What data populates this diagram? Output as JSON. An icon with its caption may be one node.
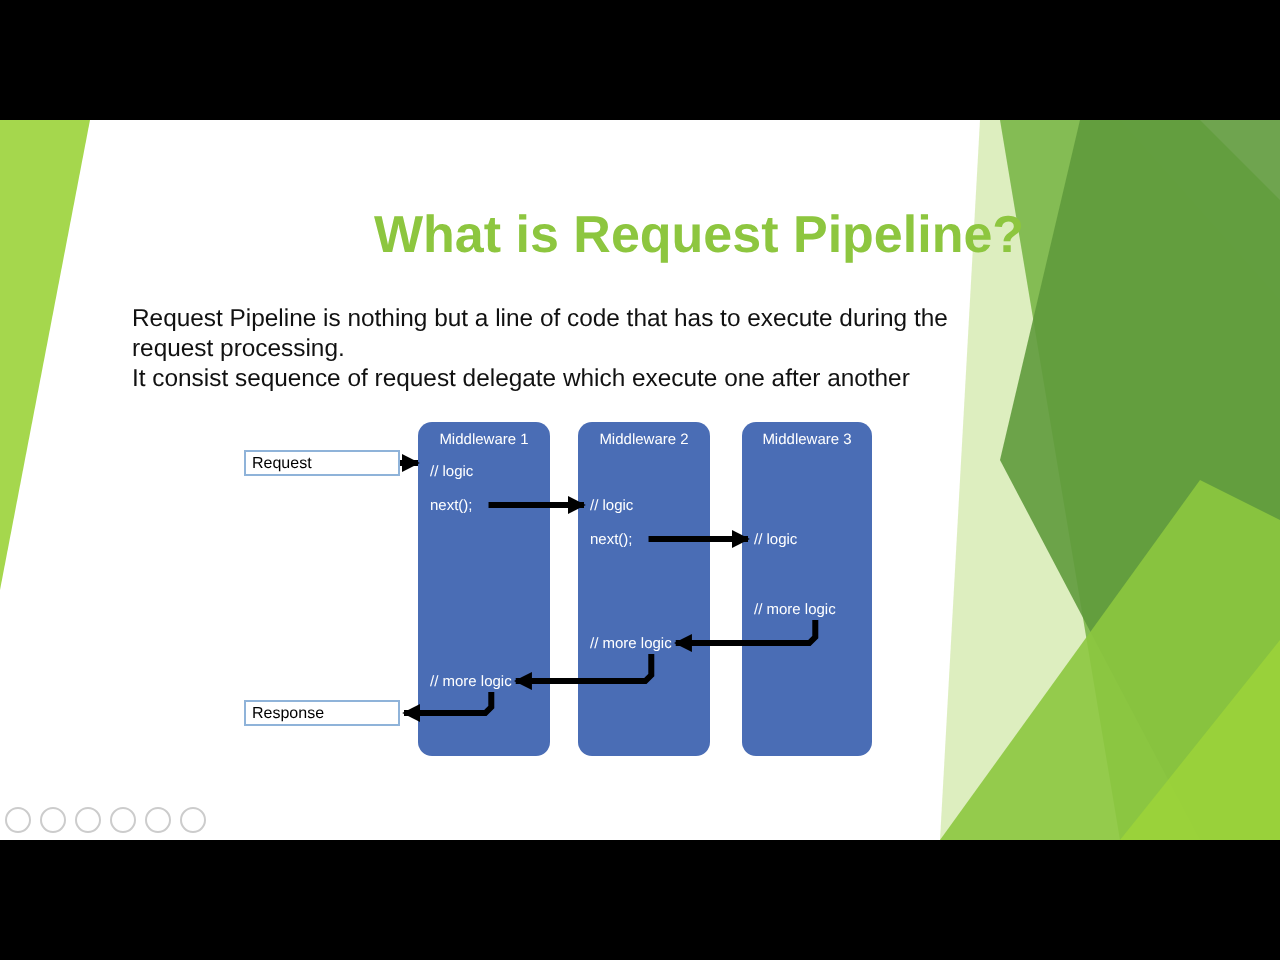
{
  "diagram": {
    "title": "What is Request Pipeline?",
    "nodes": [
      {
        "text": [
          "Request"
        ]
      },
      {
        "text": [
          "Middleware 1"
        ]
      },
      {
        "text": [
          "// logic"
        ],
        "in": 1
      },
      {
        "text": [
          "next();"
        ],
        "in": 1
      },
      {
        "text": [
          "// more logic"
        ],
        "in": 1
      },
      {
        "text": [
          "Middleware 2"
        ]
      },
      {
        "text": [
          "// logic"
        ],
        "in": 5
      },
      {
        "text": [
          "next();"
        ],
        "in": 5
      },
      {
        "text": [
          "// more logic"
        ],
        "in": 5
      },
      {
        "text": [
          "Middleware 3"
        ]
      },
      {
        "text": [
          "// logic"
        ],
        "in": 9
      },
      {
        "text": [
          "// more logic"
        ],
        "in": 9
      },
      {
        "text": [
          "Response"
        ]
      }
    ],
    "edges": [
      {
        "from": 0,
        "to": 1,
        "arrow": "to"
      },
      {
        "from": 3,
        "to": 6,
        "arrow": "to"
      },
      {
        "from": 7,
        "to": 10,
        "arrow": "to"
      },
      {
        "from": 11,
        "to": 8,
        "arrow": "to"
      },
      {
        "from": 8,
        "to": 4,
        "arrow": "to"
      },
      {
        "from": 4,
        "to": 12,
        "arrow": "to"
      }
    ],
    "labels": [
      "Request Pipeline is nothing but a line of code that has to execute during the request processing.",
      "It consist sequence of request delegate which execute one after another"
    ]
  }
}
